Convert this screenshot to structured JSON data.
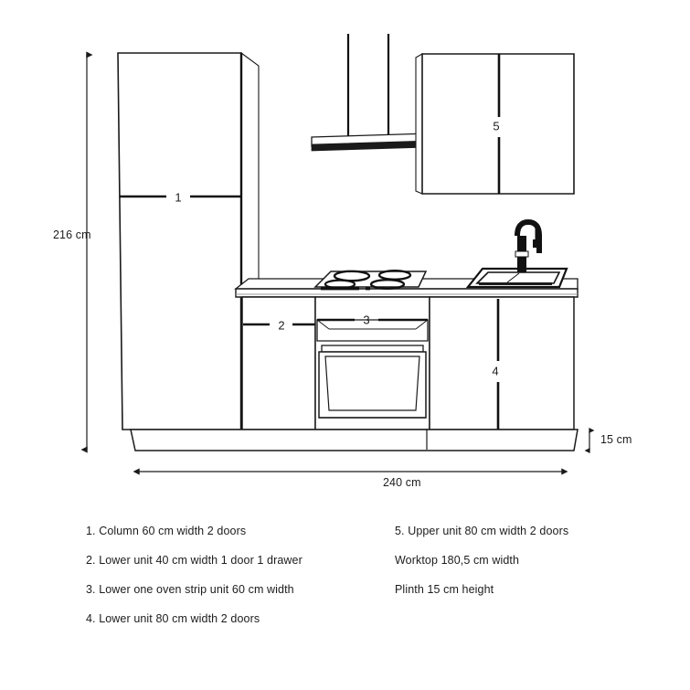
{
  "drawing": {
    "title": "Kitchen elevation technical drawing",
    "dimensions": {
      "height": "216 cm",
      "width": "240 cm",
      "plinth": "15 cm"
    },
    "part_numbers": {
      "column": "1",
      "lower_unit_40": "2",
      "oven_strip": "3",
      "lower_unit_80": "4",
      "upper_unit": "5"
    },
    "colors": {
      "line": "#1a1a1a",
      "fill": "#ffffff",
      "shade": "#e8e8e8",
      "dark": "#111111"
    }
  },
  "legend": {
    "left": [
      "1. Column 60 cm width 2 doors",
      "2. Lower unit 40 cm width 1 door 1 drawer",
      "3. Lower one oven strip unit 60 cm width",
      "4. Lower unit 80 cm width 2 doors"
    ],
    "right": [
      "5. Upper unit 80 cm width 2 doors",
      "Worktop 180,5 cm width",
      "Plinth 15 cm height"
    ]
  }
}
